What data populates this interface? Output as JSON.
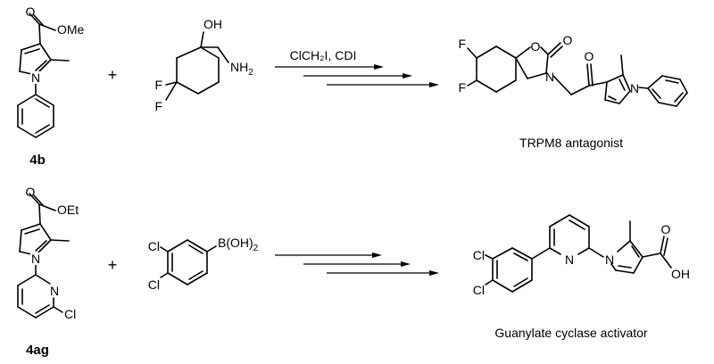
{
  "reaction_1": {
    "reactant_a_label": "4b",
    "reactant_b_atoms": {
      "oh": "OH",
      "nh2": "NH",
      "nh2_sub": "2",
      "f1": "F",
      "f2": "F"
    },
    "reactant_a_atoms": {
      "o": "O",
      "ome": "OMe",
      "n": "N"
    },
    "plus": "+",
    "reagents": "ClCH₂I, CDI",
    "product_atoms": {
      "f1": "F",
      "f2": "F",
      "o_ring": "O",
      "o_carbonyl": "O",
      "n_ring": "N",
      "o_ketone": "O",
      "n_pyrrole": "N"
    },
    "product_label": "TRPM8 antagonist"
  },
  "reaction_2": {
    "reactant_a_label": "4ag",
    "reactant_a_atoms": {
      "o": "O",
      "oet": "OEt",
      "n_pyrrole": "N",
      "n_pyridine": "N",
      "cl": "Cl"
    },
    "reactant_b_atoms": {
      "cl1": "Cl",
      "cl2": "Cl",
      "boronic": "B(OH)",
      "boronic_sub": "2"
    },
    "plus": "+",
    "product_atoms": {
      "cl1": "Cl",
      "cl2": "Cl",
      "n_pyridine": "N",
      "n_pyrrole": "N",
      "o_carbonyl": "O",
      "oh": "OH"
    },
    "product_label": "Guanylate cyclase activator"
  }
}
